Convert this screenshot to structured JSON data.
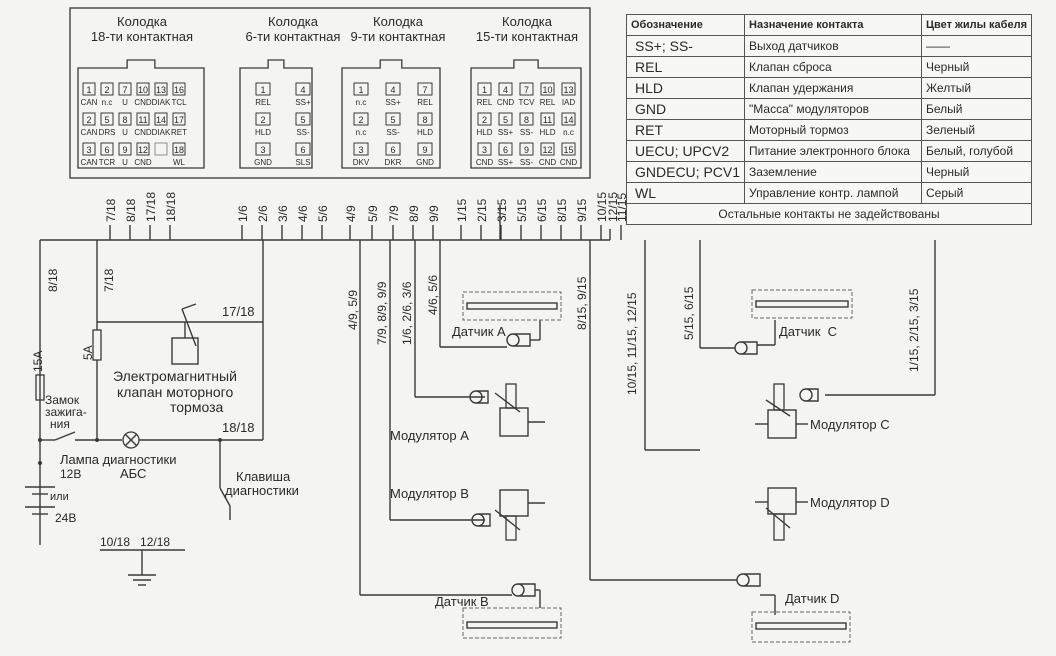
{
  "connectors": [
    {
      "title": "Колодка",
      "subtitle": "18-ти контактная",
      "pins": [
        [
          "1",
          "CAN"
        ],
        [
          "2",
          "n.c"
        ],
        [
          "7",
          "U"
        ],
        [
          "10",
          "CND"
        ],
        [
          "13",
          "DIAK"
        ],
        [
          "16",
          "TCL"
        ],
        [
          "2",
          "CAN"
        ],
        [
          "5",
          "DRS"
        ],
        [
          "8",
          "U"
        ],
        [
          "11",
          "CND"
        ],
        [
          "14",
          "DIAK"
        ],
        [
          "17",
          "RET"
        ],
        [
          "3",
          "CAN"
        ],
        [
          "6",
          "TCR"
        ],
        [
          "9",
          "U"
        ],
        [
          "12",
          "CND"
        ],
        [
          "",
          ""
        ],
        [
          "18",
          "WL"
        ]
      ]
    },
    {
      "title": "Колодка",
      "subtitle": "6-ти контактная",
      "pins": [
        [
          "1",
          "REL"
        ],
        [
          "4",
          "SS+"
        ],
        [
          "2",
          "HLD"
        ],
        [
          "5",
          "SS-"
        ],
        [
          "3",
          "GND"
        ],
        [
          "6",
          "SLS"
        ]
      ]
    },
    {
      "title": "Колодка",
      "subtitle": "9-ти контактная",
      "pins": [
        [
          "1",
          "n.c"
        ],
        [
          "4",
          "SS+"
        ],
        [
          "7",
          "REL"
        ],
        [
          "2",
          "n.c"
        ],
        [
          "5",
          "SS-"
        ],
        [
          "8",
          "HLD"
        ],
        [
          "3",
          "DKV"
        ],
        [
          "6",
          "DKR"
        ],
        [
          "9",
          "GND"
        ]
      ]
    },
    {
      "title": "Колодка",
      "subtitle": "15-ти контактная",
      "pins": [
        [
          "1",
          "REL"
        ],
        [
          "4",
          "CND"
        ],
        [
          "7",
          "TCV"
        ],
        [
          "10",
          "REL"
        ],
        [
          "13",
          "IAD"
        ],
        [
          "2",
          "HLD"
        ],
        [
          "5",
          "SS+"
        ],
        [
          "8",
          "SS-"
        ],
        [
          "11",
          "HLD"
        ],
        [
          "14",
          "n.c"
        ],
        [
          "3",
          "CND"
        ],
        [
          "6",
          "SS+"
        ],
        [
          "9",
          "SS-"
        ],
        [
          "12",
          "CND"
        ],
        [
          "15",
          "CND"
        ]
      ]
    }
  ],
  "pin_table": {
    "headers": [
      "Обозначение",
      "Назначение контакта",
      "Цвет жилы кабеля"
    ],
    "rows": [
      {
        "code": "SS+; SS-",
        "purpose": "Выход датчиков",
        "color": "——"
      },
      {
        "code": "REL",
        "purpose": "Клапан сброса",
        "color": "Черный"
      },
      {
        "code": "HLD",
        "purpose": "Клапан удержания",
        "color": "Желтый"
      },
      {
        "code": "GND",
        "purpose": "\"Масса\" модуляторов",
        "color": "Белый"
      },
      {
        "code": "RET",
        "purpose": "Моторный тормоз",
        "color": "Зеленый"
      },
      {
        "code": "UECU; UPCV2",
        "purpose": "Питание электронного блока",
        "color": "Белый, голубой"
      },
      {
        "code": "GNDECU; PCV1",
        "purpose": "Заземление",
        "color": "Черный"
      },
      {
        "code": "WL",
        "purpose": "Управление контр. лампой",
        "color": "Серый"
      }
    ],
    "footer": "Остальные контакты не задействованы"
  },
  "bus_labels": [
    "7/18",
    "8/18",
    "17/18",
    "18/18",
    "1/6",
    "2/6",
    "3/6",
    "4/6",
    "5/6",
    "4/9",
    "5/9",
    "7/9",
    "8/9",
    "9/9",
    "1/15",
    "2/15",
    "3/15",
    "5/15",
    "6/15",
    "8/15",
    "9/15",
    "10/15",
    "11/15",
    "12/15"
  ],
  "wire_labels": {
    "w818": "8/18",
    "w718": "7/18",
    "w1718": "17/18",
    "w1818": "18/18",
    "fuse15": "15A",
    "fuse5": "5A",
    "w49": "4/9, 5/9",
    "w79": "7/9, 8/9, 9/9",
    "w16": "1/6, 2/6, 3/6",
    "w46": "4/6, 5/6",
    "w815": "8/15, 9/15",
    "w1015": "10/15, 11/15, 12/15",
    "w515": "5/15, 6/15",
    "w115": "1/15, 2/15, 3/15",
    "gnd": "10/18   12/18"
  },
  "components": {
    "valve1": "Электромагнитный",
    "valve2": "клапан моторного",
    "valve3": "тормоза",
    "ign1": "Замок",
    "ign2": "зажига-",
    "ign3": "ния",
    "lamp1": "Лампа диагностики",
    "lamp2": "АБС",
    "diag1": "Клавиша",
    "diag2": "диагностики",
    "bat12": "12В",
    "bat_or": "или",
    "bat24": "24В",
    "sensorA": "Датчик А",
    "sensorB": "Датчик В",
    "sensorC": "Датчик  С",
    "sensorD": "Датчик D",
    "modA": "Модулятор А",
    "modB": "Модулятор В",
    "modC": "Модулятор С",
    "modD": "Модулятор D"
  }
}
